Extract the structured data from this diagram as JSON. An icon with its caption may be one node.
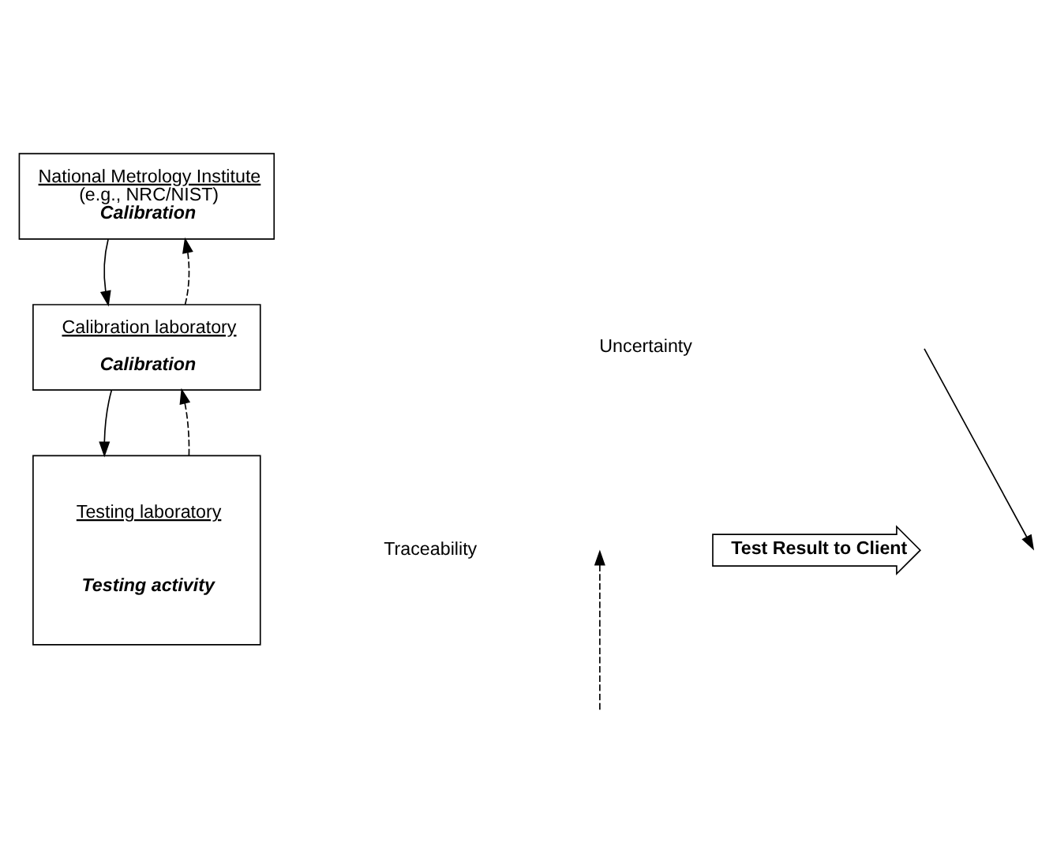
{
  "diagram": {
    "nodes": [
      {
        "text": [
          "National Metrology Institute",
          "(e.g., NRC/NIST)",
          "Calibration"
        ]
      },
      {
        "text": [
          "Calibration laboratory",
          "Calibration"
        ]
      },
      {
        "text": [
          "Testing laboratory",
          "Testing activity"
        ]
      },
      {
        "text": [
          "Test Result to Client"
        ]
      }
    ],
    "edges": [
      {
        "from": 1,
        "to": 0,
        "arrow": "to",
        "style": "dashed"
      },
      {
        "from": 0,
        "to": 1,
        "arrow": "to"
      },
      {
        "from": 2,
        "to": 1,
        "arrow": "to",
        "style": "dashed"
      },
      {
        "from": 1,
        "to": 2,
        "arrow": "to"
      }
    ],
    "legend": [
      {
        "text": "Uncertainty"
      },
      {
        "text": "Traceability"
      }
    ]
  }
}
